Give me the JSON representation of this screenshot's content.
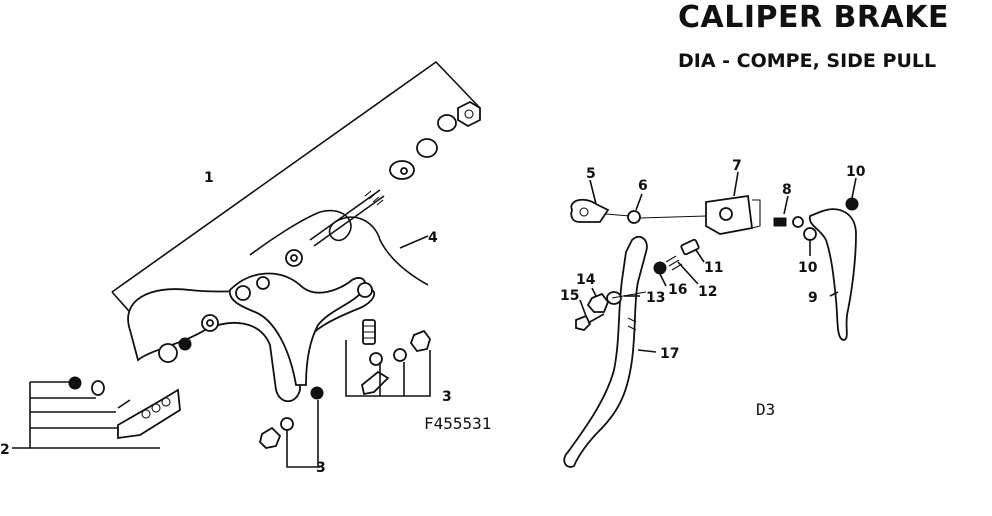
{
  "header": {
    "title": "CALIPER BRAKE",
    "subtitle": "DIA - COMPE, SIDE PULL"
  },
  "codes": {
    "left": "F455531",
    "right": "D3"
  },
  "callouts": {
    "c1": "1",
    "c2": "2",
    "c3a": "3",
    "c3b": "3",
    "c4": "4",
    "c5": "5",
    "c6": "6",
    "c7": "7",
    "c8": "8",
    "c9": "9",
    "c10a": "10",
    "c10b": "10",
    "c11": "11",
    "c12": "12",
    "c13": "13",
    "c14": "14",
    "c15": "15",
    "c16": "16",
    "c17": "17"
  }
}
